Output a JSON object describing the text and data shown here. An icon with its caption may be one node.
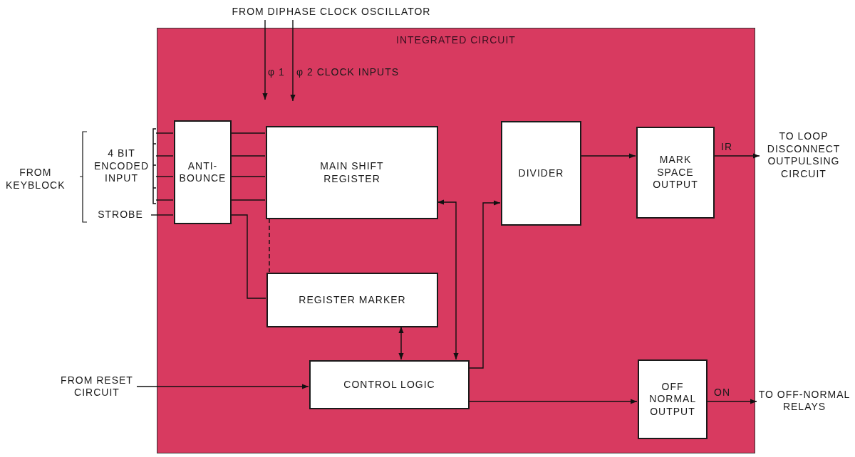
{
  "diagram": {
    "nodes": [
      {
        "text": [
          "FROM DIPHASE CLOCK OSCILLATOR"
        ]
      },
      {
        "text": [
          "INTEGRATED CIRCUIT"
        ]
      },
      {
        "text": [
          "4 BIT ENCODED INPUT"
        ]
      },
      {
        "text": [
          "STROBE"
        ]
      },
      {
        "text": [
          "ANTI- BOUNCE"
        ],
        "in": 1
      },
      {
        "text": [
          "MAIN SHIFT REGISTER"
        ],
        "in": 1
      },
      {
        "text": [
          "DIVIDER"
        ],
        "in": 1
      },
      {
        "text": [
          "MARK SPACE OUTPUT"
        ],
        "in": 1
      },
      {
        "text": [
          "TO LOOP DISCONNECT OUTPULSING CIRCUIT"
        ]
      },
      {
        "text": [
          "REGISTER MARKER"
        ],
        "in": 1
      },
      {
        "text": [
          "FROM RESET CIRCUIT"
        ]
      },
      {
        "text": [
          "CONTROL LOGIC"
        ],
        "in": 1
      },
      {
        "text": [
          "OFF NORMAL OUTPUT"
        ],
        "in": 1
      },
      {
        "text": [
          "TO OFF-NORMAL RELAYS"
        ]
      }
    ],
    "edges": [
      {
        "from": 0,
        "to": null,
        "arrow": "to"
      },
      {
        "from": 0,
        "to": null,
        "arrow": "to"
      },
      {
        "from": 2,
        "to": 4,
        "arrow": "none"
      },
      {
        "from": 2,
        "to": 4,
        "arrow": "none"
      },
      {
        "from": 2,
        "to": 4,
        "arrow": "none"
      },
      {
        "from": 2,
        "to": 4,
        "arrow": "none"
      },
      {
        "from": 3,
        "to": 4,
        "arrow": "none"
      },
      {
        "from": 4,
        "to": 5,
        "arrow": "none"
      },
      {
        "from": 4,
        "to": 5,
        "arrow": "none"
      },
      {
        "from": 4,
        "to": 5,
        "arrow": "none"
      },
      {
        "from": 4,
        "to": 5,
        "arrow": "none"
      },
      {
        "from": 4,
        "to": 9,
        "arrow": "none"
      },
      {
        "from": 5,
        "to": 9,
        "arrow": "none",
        "style": "dashed"
      },
      {
        "from": 5,
        "to": 11,
        "arrow": "both"
      },
      {
        "from": 9,
        "to": 11,
        "arrow": "both"
      },
      {
        "from": 11,
        "to": 6,
        "arrow": "to"
      },
      {
        "from": 6,
        "to": 7,
        "arrow": "to"
      },
      {
        "from": 7,
        "to": 8,
        "arrow": "to",
        "label": "IR"
      },
      {
        "from": 10,
        "to": 11,
        "arrow": "to"
      },
      {
        "from": 11,
        "to": 12,
        "arrow": "to"
      },
      {
        "from": 12,
        "to": 13,
        "arrow": "to",
        "label": "ON"
      }
    ],
    "labels": [
      "φ 1",
      "φ 2 CLOCK INPUTS",
      "FROM KEYBLOCK"
    ]
  }
}
